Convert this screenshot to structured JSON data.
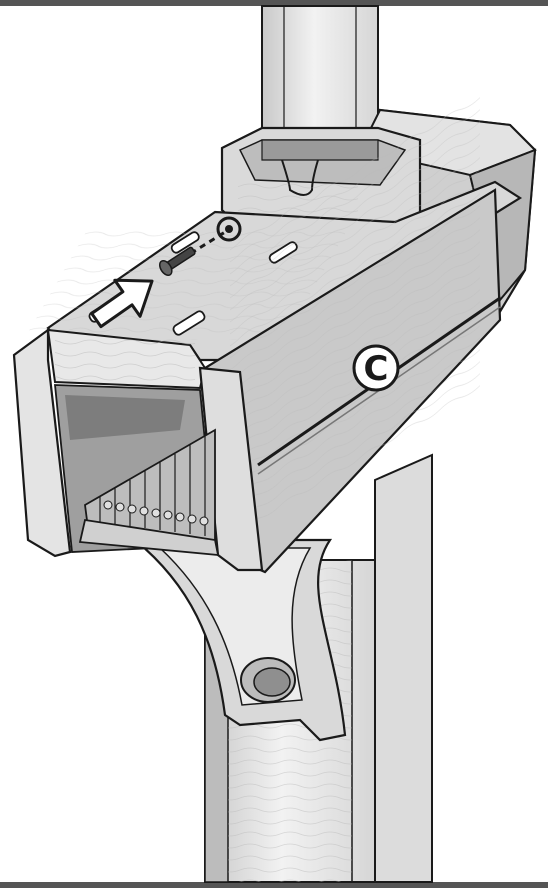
{
  "diagram": {
    "callout": {
      "label": "C"
    },
    "colors": {
      "frame_bar": "#555555",
      "outline": "#1a1a1a",
      "light_face": "#e6e6e6",
      "mid_face": "#cfcfcf",
      "dark_face": "#a9a9a9",
      "arrow_fill": "#ffffff"
    },
    "parts": [
      {
        "name": "upper-post",
        "icon": "square-post"
      },
      {
        "name": "post-sleeve",
        "icon": "sleeve"
      },
      {
        "name": "bracket-housing",
        "icon": "housing"
      },
      {
        "name": "screw",
        "icon": "screw-icon"
      },
      {
        "name": "insertion-arrow",
        "icon": "arrow-icon"
      },
      {
        "name": "lower-post",
        "icon": "square-post"
      },
      {
        "name": "curved-support-brace",
        "icon": "brace"
      }
    ]
  }
}
